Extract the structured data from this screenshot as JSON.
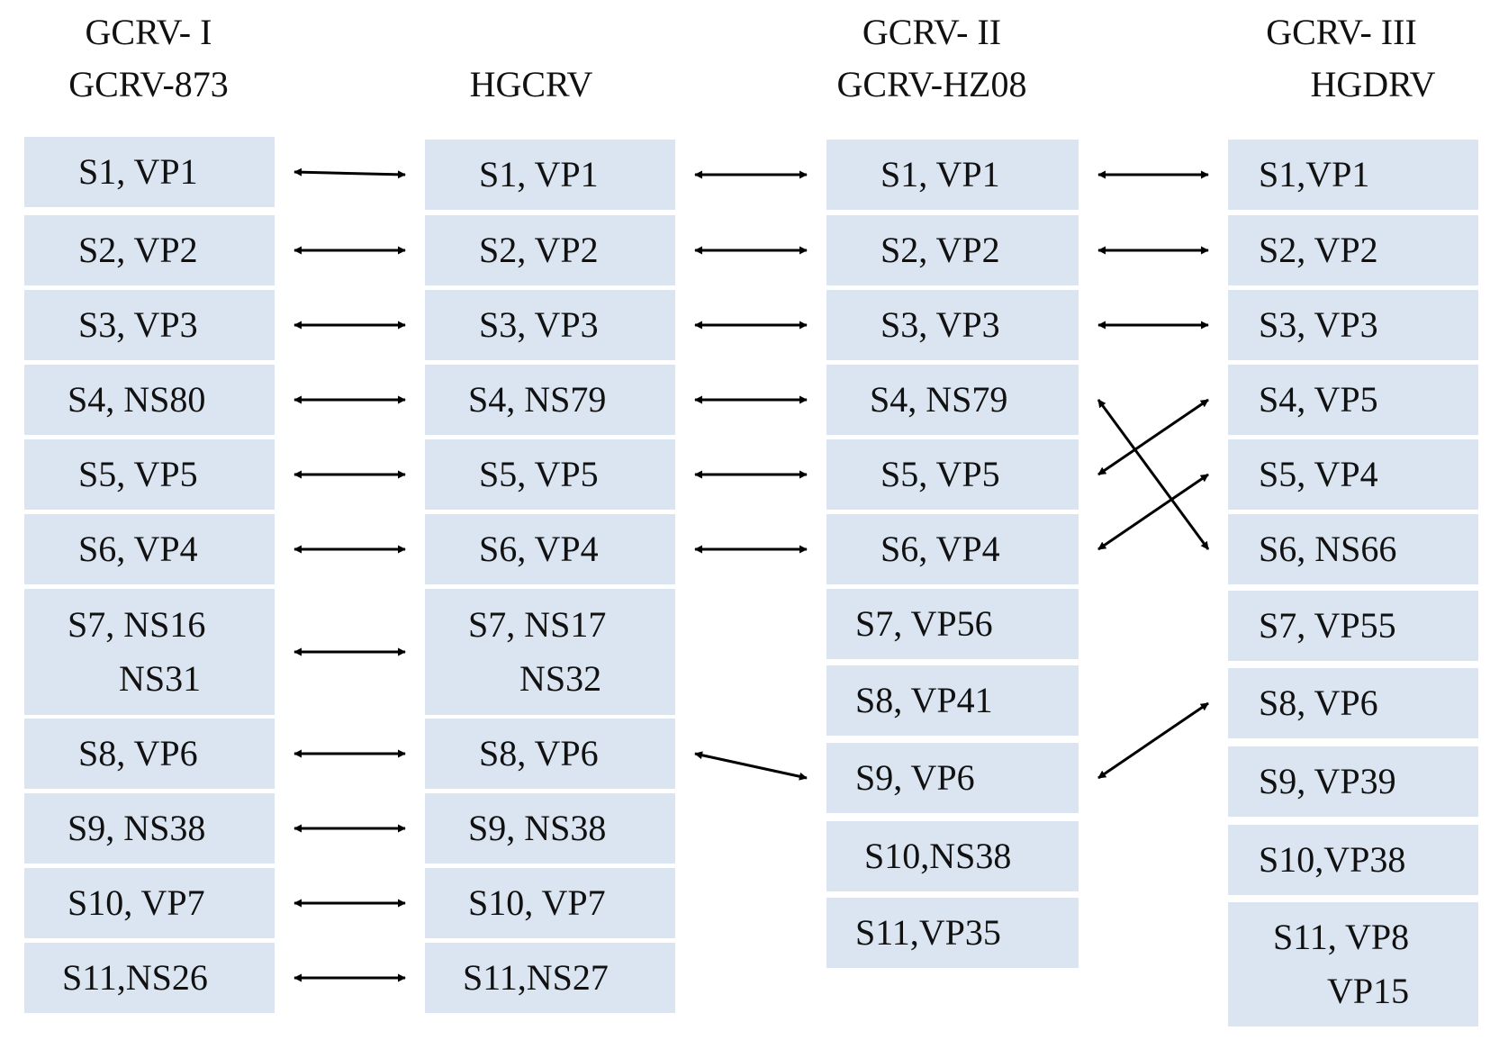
{
  "columns": [
    {
      "title1": "GCRV- I",
      "title2": "GCRV-873",
      "segments": [
        "S1, VP1",
        "S2, VP2",
        "S3, VP3",
        "S4, NS80",
        "S5, VP5",
        "S6, VP4",
        [
          "S7, NS16",
          "NS31"
        ],
        "S8, VP6",
        "S9, NS38",
        "S10, VP7",
        "S11,NS26"
      ]
    },
    {
      "title1": "",
      "title2": "HGCRV",
      "segments": [
        "S1, VP1",
        "S2, VP2",
        "S3, VP3",
        "S4, NS79",
        "S5, VP5",
        "S6, VP4",
        [
          "S7, NS17",
          "NS32"
        ],
        "S8, VP6",
        "S9, NS38",
        "S10, VP7",
        "S11,NS27"
      ]
    },
    {
      "title1": "GCRV- II",
      "title2": "GCRV-HZ08",
      "segments": [
        "S1, VP1",
        "S2, VP2",
        "S3, VP3",
        "S4, NS79",
        "S5, VP5",
        "S6, VP4",
        "S7, VP56",
        "S8, VP41",
        "S9, VP6",
        "S10,NS38",
        "S11,VP35"
      ]
    },
    {
      "title1": "GCRV- III",
      "title2": "HGDRV",
      "segments": [
        "S1,VP1",
        "S2, VP2",
        "S3, VP3",
        "S4, VP5",
        "S5, VP4",
        "S6, NS66",
        "S7, VP55",
        "S8, VP6",
        "S9, VP39",
        "S10,VP38",
        [
          "S11, VP8",
          "VP15"
        ]
      ]
    }
  ],
  "links": [
    {
      "from": [
        0,
        0
      ],
      "to": [
        1,
        0
      ]
    },
    {
      "from": [
        0,
        1
      ],
      "to": [
        1,
        1
      ]
    },
    {
      "from": [
        0,
        2
      ],
      "to": [
        1,
        2
      ]
    },
    {
      "from": [
        0,
        3
      ],
      "to": [
        1,
        3
      ]
    },
    {
      "from": [
        0,
        4
      ],
      "to": [
        1,
        4
      ]
    },
    {
      "from": [
        0,
        5
      ],
      "to": [
        1,
        5
      ]
    },
    {
      "from": [
        0,
        6
      ],
      "to": [
        1,
        6
      ]
    },
    {
      "from": [
        0,
        7
      ],
      "to": [
        1,
        7
      ]
    },
    {
      "from": [
        0,
        8
      ],
      "to": [
        1,
        8
      ]
    },
    {
      "from": [
        0,
        9
      ],
      "to": [
        1,
        9
      ]
    },
    {
      "from": [
        0,
        10
      ],
      "to": [
        1,
        10
      ]
    },
    {
      "from": [
        1,
        0
      ],
      "to": [
        2,
        0
      ]
    },
    {
      "from": [
        1,
        1
      ],
      "to": [
        2,
        1
      ]
    },
    {
      "from": [
        1,
        2
      ],
      "to": [
        2,
        2
      ]
    },
    {
      "from": [
        1,
        3
      ],
      "to": [
        2,
        3
      ]
    },
    {
      "from": [
        1,
        4
      ],
      "to": [
        2,
        4
      ]
    },
    {
      "from": [
        1,
        5
      ],
      "to": [
        2,
        5
      ]
    },
    {
      "from": [
        1,
        7
      ],
      "to": [
        2,
        8
      ]
    },
    {
      "from": [
        2,
        0
      ],
      "to": [
        3,
        0
      ]
    },
    {
      "from": [
        2,
        1
      ],
      "to": [
        3,
        1
      ]
    },
    {
      "from": [
        2,
        2
      ],
      "to": [
        3,
        2
      ]
    },
    {
      "from": [
        2,
        3
      ],
      "to": [
        3,
        5
      ]
    },
    {
      "from": [
        2,
        4
      ],
      "to": [
        3,
        3
      ]
    },
    {
      "from": [
        2,
        5
      ],
      "to": [
        3,
        4
      ]
    },
    {
      "from": [
        2,
        8
      ],
      "to": [
        3,
        7
      ]
    }
  ],
  "colors": {
    "box_fill": "#dbe5f1",
    "arrow": "#000000",
    "text": "#111111"
  }
}
